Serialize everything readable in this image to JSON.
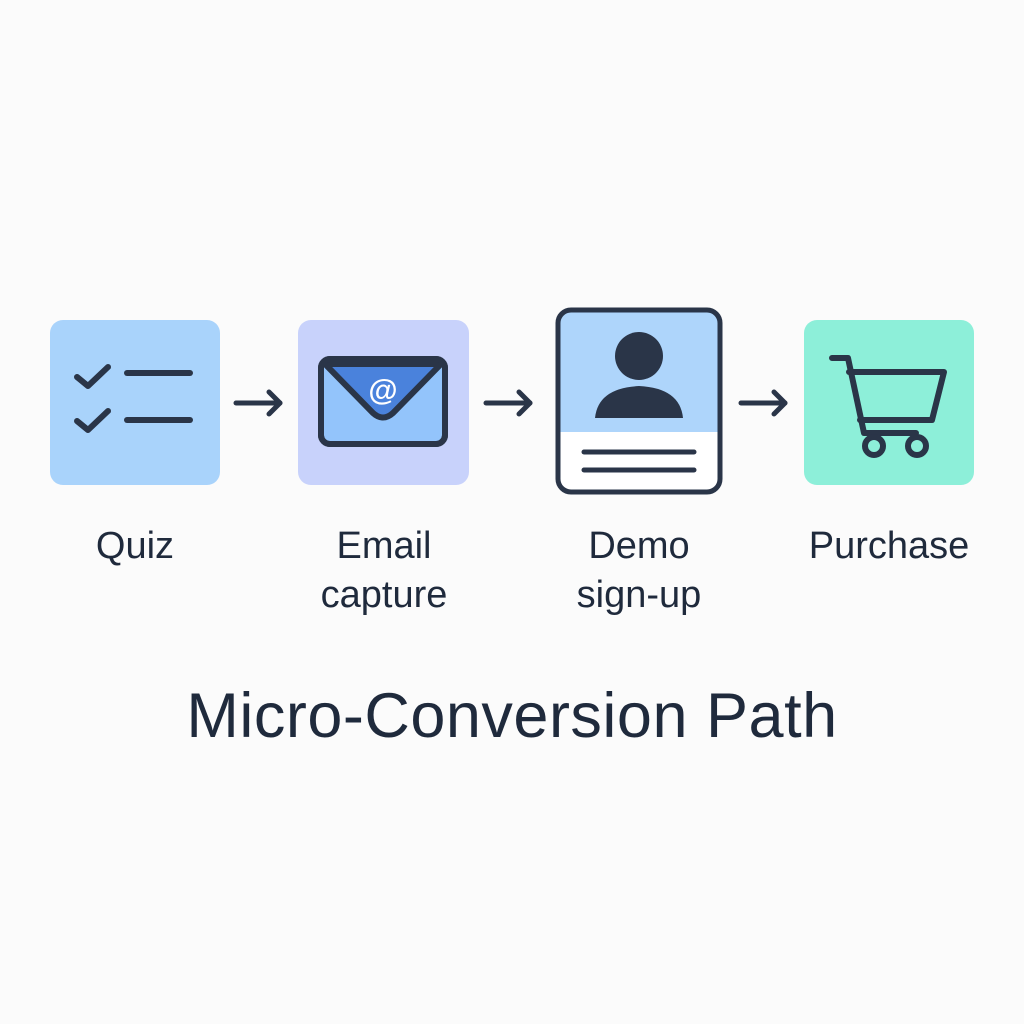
{
  "diagram": {
    "title": "Micro-Conversion Path",
    "steps": [
      {
        "label_line1": "Quiz",
        "label_line2": "",
        "icon": "checklist-icon",
        "bg_color": "#a9d3fb"
      },
      {
        "label_line1": "Email",
        "label_line2": "capture",
        "icon": "email-at-icon",
        "bg_color": "#c8d2fb"
      },
      {
        "label_line1": "Demo",
        "label_line2": "sign-up",
        "icon": "profile-card-icon",
        "bg_color": "#aed5fb"
      },
      {
        "label_line1": "Purchase",
        "label_line2": "",
        "icon": "shopping-cart-icon",
        "bg_color": "#8defd9"
      }
    ],
    "connector_icon": "arrow-right-icon",
    "colors": {
      "stroke": "#2a3548",
      "text": "#1f2a3c",
      "envelope_flap": "#4a82dc",
      "envelope_body": "#93c4fb",
      "background": "#fbfbfb"
    }
  }
}
